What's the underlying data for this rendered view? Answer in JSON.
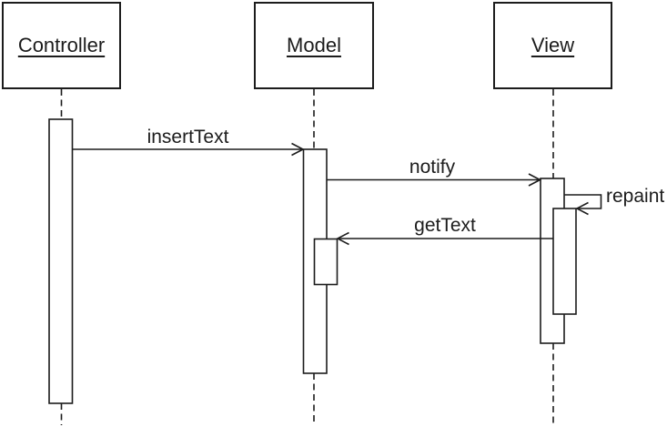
{
  "diagram_type": "uml-sequence-diagram",
  "colors": {
    "background": "#ffffff",
    "line": "#1c1c1c",
    "text": "#1c1c1c",
    "activation_fill": "#ffffff"
  },
  "lifelines": [
    {
      "name": "Controller"
    },
    {
      "name": "Model"
    },
    {
      "name": "View"
    }
  ],
  "messages": [
    {
      "label": "insertText",
      "from": "Controller",
      "to": "Model",
      "kind": "call"
    },
    {
      "label": "notify",
      "from": "Model",
      "to": "View",
      "kind": "call"
    },
    {
      "label": "repaint",
      "from": "View",
      "to": "View",
      "kind": "self-call"
    },
    {
      "label": "getText",
      "from": "View",
      "to": "Model",
      "kind": "call"
    }
  ]
}
